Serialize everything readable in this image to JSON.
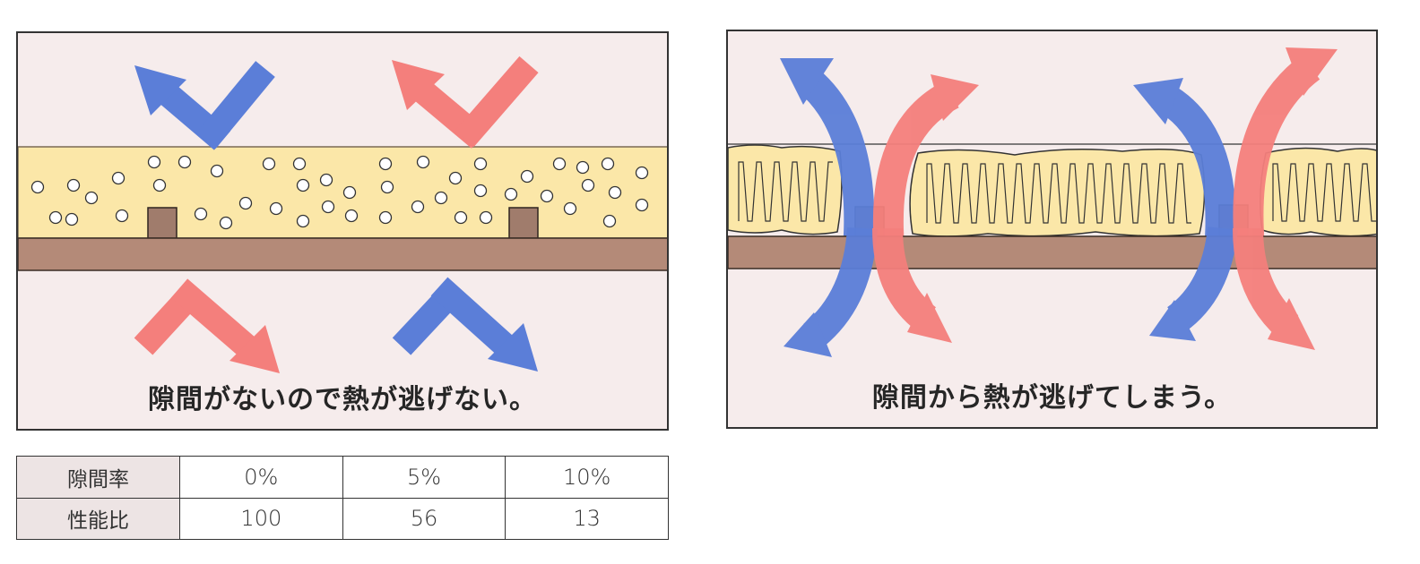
{
  "left_panel": {
    "caption": "隙間がないので熱が逃げない。"
  },
  "right_panel": {
    "caption": "隙間から熱が逃げてしまう。"
  },
  "table": {
    "rows": [
      {
        "label": "隙間率",
        "values": [
          "0%",
          "5%",
          "10%"
        ]
      },
      {
        "label": "性能比",
        "values": [
          "100",
          "56",
          "13"
        ]
      }
    ]
  },
  "colors": {
    "background": "#f6ecec",
    "insulation": "#fbe7a8",
    "board": "#b48a78",
    "stud": "#a07c6c",
    "cold_arrow": "#5b7ed8",
    "warm_arrow": "#f47f7c"
  },
  "icons": {
    "cold": "arrow-blue-icon",
    "warm": "arrow-red-icon"
  }
}
